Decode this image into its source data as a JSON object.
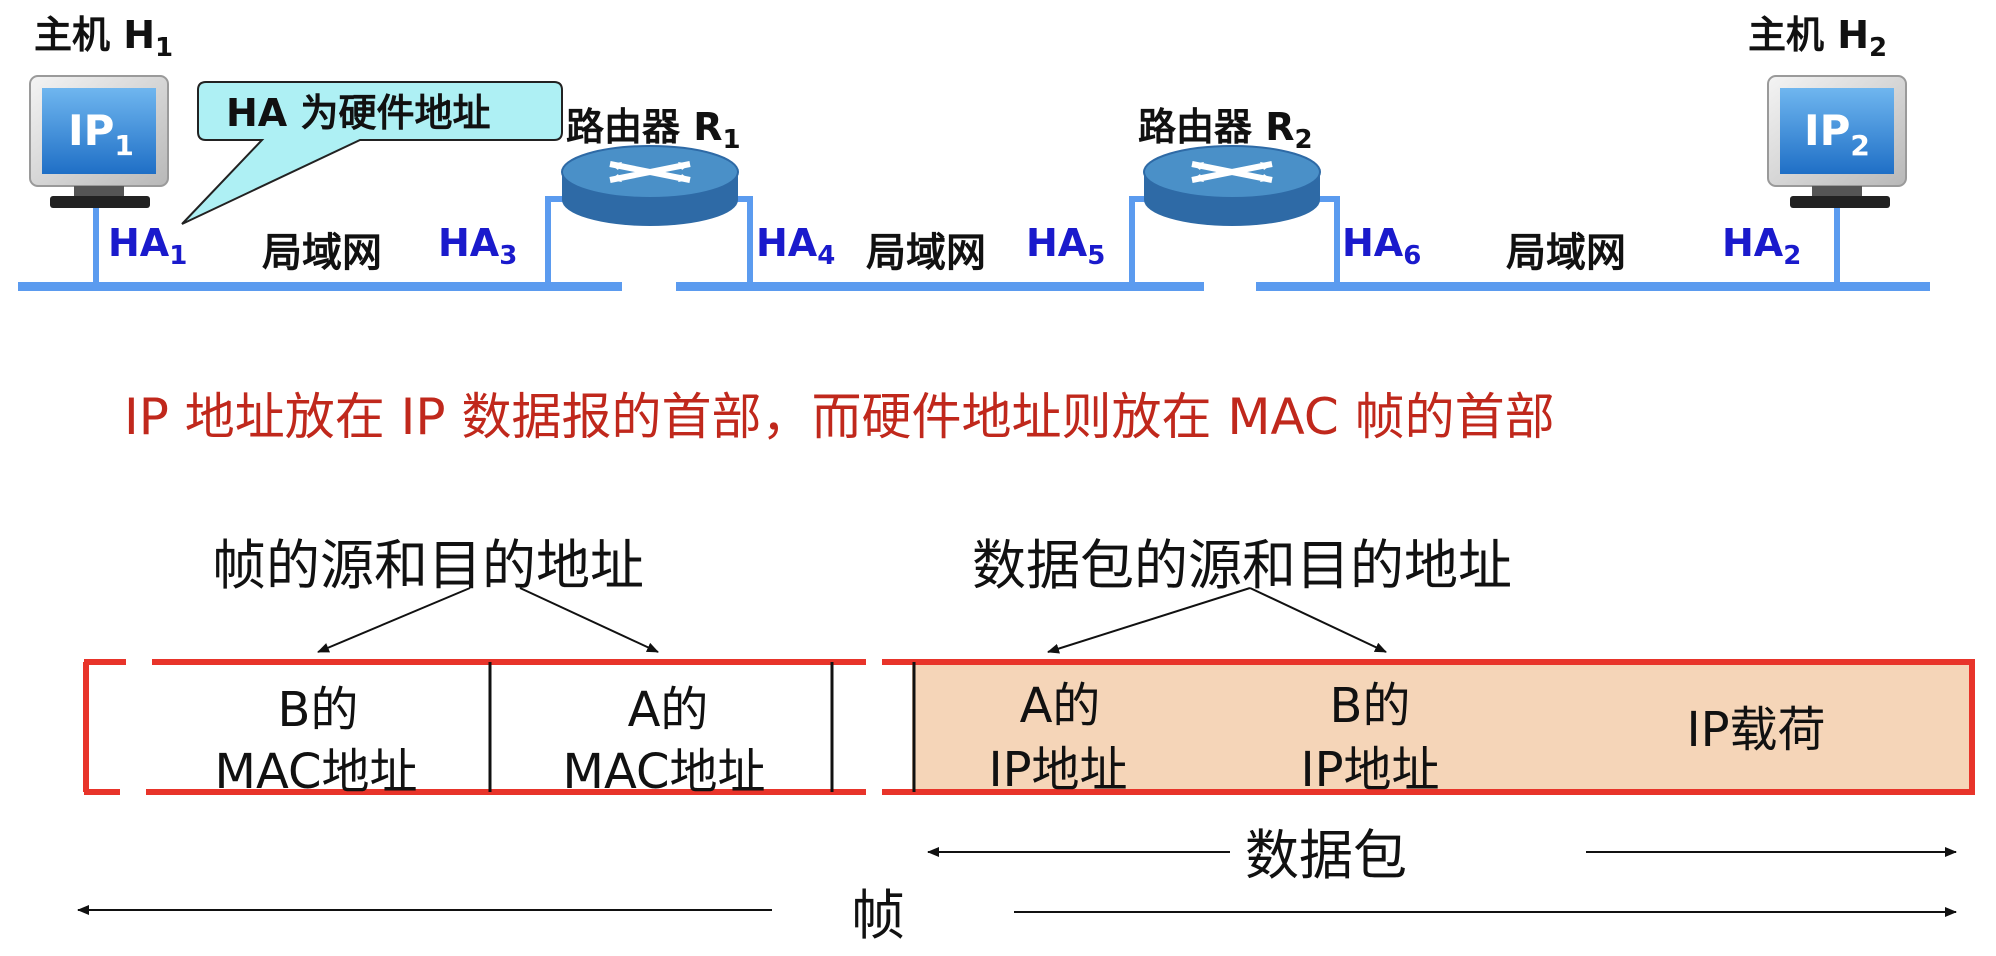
{
  "network": {
    "host1": {
      "label": "主机 H",
      "sub": "1",
      "screen": "IP",
      "screen_sub": "1"
    },
    "host2": {
      "label": "主机 H",
      "sub": "2",
      "screen": "IP",
      "screen_sub": "2"
    },
    "router1": {
      "label": "路由器 R",
      "sub": "1"
    },
    "router2": {
      "label": "路由器 R",
      "sub": "2"
    },
    "callout": "HA 为硬件地址",
    "lan_label": "局域网",
    "hw_addresses": [
      {
        "id": "ha1",
        "text": "HA",
        "sub": "1"
      },
      {
        "id": "ha3",
        "text": "HA",
        "sub": "3"
      },
      {
        "id": "ha4",
        "text": "HA",
        "sub": "4"
      },
      {
        "id": "ha5",
        "text": "HA",
        "sub": "5"
      },
      {
        "id": "ha6",
        "text": "HA",
        "sub": "6"
      },
      {
        "id": "ha2",
        "text": "HA",
        "sub": "2"
      }
    ]
  },
  "statement": "IP 地址放在 IP 数据报的首部，而硬件地址则放在 MAC 帧的首部",
  "frame_header_label": "帧的源和目的地址",
  "packet_header_label": "数据包的源和目的地址",
  "frame_fields": {
    "dst_mac": {
      "line1": "B的",
      "line2": "MAC地址"
    },
    "src_mac": {
      "line1": "A的",
      "line2": "MAC地址"
    }
  },
  "packet_fields": {
    "src_ip": {
      "line1": "A的",
      "line2": "IP地址"
    },
    "dst_ip": {
      "line1": "B的",
      "line2": "IP地址"
    },
    "payload": "IP载荷"
  },
  "packet_span_label": "数据包",
  "frame_span_label": "帧",
  "colors": {
    "lan_line": "#5b9bef",
    "hw_text": "#1a1acc",
    "statement_text": "#c0281c",
    "frame_border": "#e8342a",
    "packet_fill": "#f5d5b8",
    "callout_fill": "#aef0f4",
    "router_top": "#4a90c8",
    "router_side": "#2e6aa6"
  }
}
